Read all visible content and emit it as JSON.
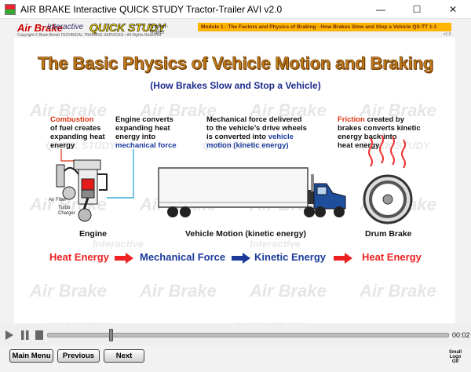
{
  "window": {
    "title": "AIR BRAKE Interactive QUICK STUDY Tractor-Trailer AVI v2.0",
    "minimize": "—",
    "maximize": "☐",
    "close": "✕"
  },
  "header": {
    "logo_air_brake": "Air Brake",
    "logo_interactive": "Interactive",
    "logo_quick_study": "QUICK STUDY",
    "logo_tractor_trailer": "Tractor-Trailer",
    "logo_copyright": "Copyright © Brain Bomb TECHNICAL TRAINING SERVICES • All Rights Reserved",
    "module_text": "Module 1 - The Factors and Physics of Braking - How Brakes Slow and Stop a Vehicle   QS-TT 1-1",
    "module_sub": "v1.0"
  },
  "watermark": {
    "air_brake": "Air Brake",
    "interactive": "Interactive",
    "quick_study": "QUICK STUDY"
  },
  "slide": {
    "title": "The Basic Physics of Vehicle Motion and Braking",
    "subtitle": "(How Brakes Slow and Stop a Vehicle)",
    "col1": {
      "red": "Combustion",
      "line1": "of fuel creates",
      "line2": "expanding heat",
      "line3": "energy"
    },
    "col2": {
      "line1": "Engine converts",
      "line2": "expanding heat",
      "line3": "energy into",
      "blue": "mechanical force"
    },
    "col3": {
      "line1": "Mechanical force delivered",
      "line2": "to the vehicle’s drive wheels",
      "line3a": "is converted into ",
      "blue1": "vehicle",
      "blue2": "motion (kinetic energy)"
    },
    "col4": {
      "red": "Friction",
      "line1": " created by",
      "line2": "brakes converts kinetic",
      "line3": "energy back into",
      "line4": "heat energy"
    },
    "engine_parts": {
      "air_filter": "Air Filter",
      "turbo": "Turbo",
      "charger": "Charger"
    },
    "labels": {
      "engine": "Engine",
      "vehicle_motion": "Vehicle Motion (kinetic energy)",
      "drum_brake": "Drum Brake"
    },
    "flow": {
      "heat1": "Heat Energy",
      "mech": "Mechanical Force",
      "kinetic": "Kinetic Energy",
      "heat2": "Heat Energy"
    },
    "colors": {
      "red": "#e22222",
      "blue": "#1b3a9c",
      "title": "#c07a18",
      "module_bar": "#ffb400"
    }
  },
  "media": {
    "time": "00:02",
    "progress_fraction": 0.16
  },
  "nav": {
    "main_menu": "Main Menu",
    "previous": "Previous",
    "next": "Next",
    "small_logo_1": "Small",
    "small_logo_2": "Logo",
    "small_logo_3": "Gif"
  }
}
